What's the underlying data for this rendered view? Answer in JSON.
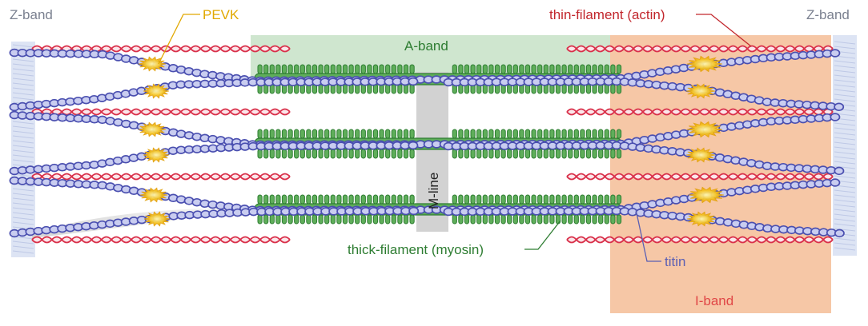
{
  "labels": {
    "z_band_left": "Z-band",
    "z_band_right": "Z-band",
    "pevk": "PEVK",
    "thin_filament": "thin-filament (actin)",
    "a_band": "A-band",
    "m_line": "M-line",
    "thick_filament": "thick-filament (myosin)",
    "titin": "titin",
    "i_band": "I-band"
  },
  "colors": {
    "actin": "#d9304a",
    "actin_fill": "#fbe6ea",
    "titin": "#4a4fb0",
    "titin_fill": "#c9cdf0",
    "myosin": "#2e7d32",
    "myosin_fill": "#5fae5a",
    "pevk": "#f2b31b",
    "a_band_fill": "#cfe6cf",
    "i_band_fill": "#f6c7a6",
    "m_line_fill": "#cfcfcf",
    "z_band_fill": "#dbe3f3",
    "label_gray": "#7b8190",
    "label_pevk": "#e1a800",
    "label_actin": "#c2272d",
    "label_myosin": "#2e7d32",
    "label_titin": "#5a5fb4",
    "label_iband": "#e04646"
  }
}
